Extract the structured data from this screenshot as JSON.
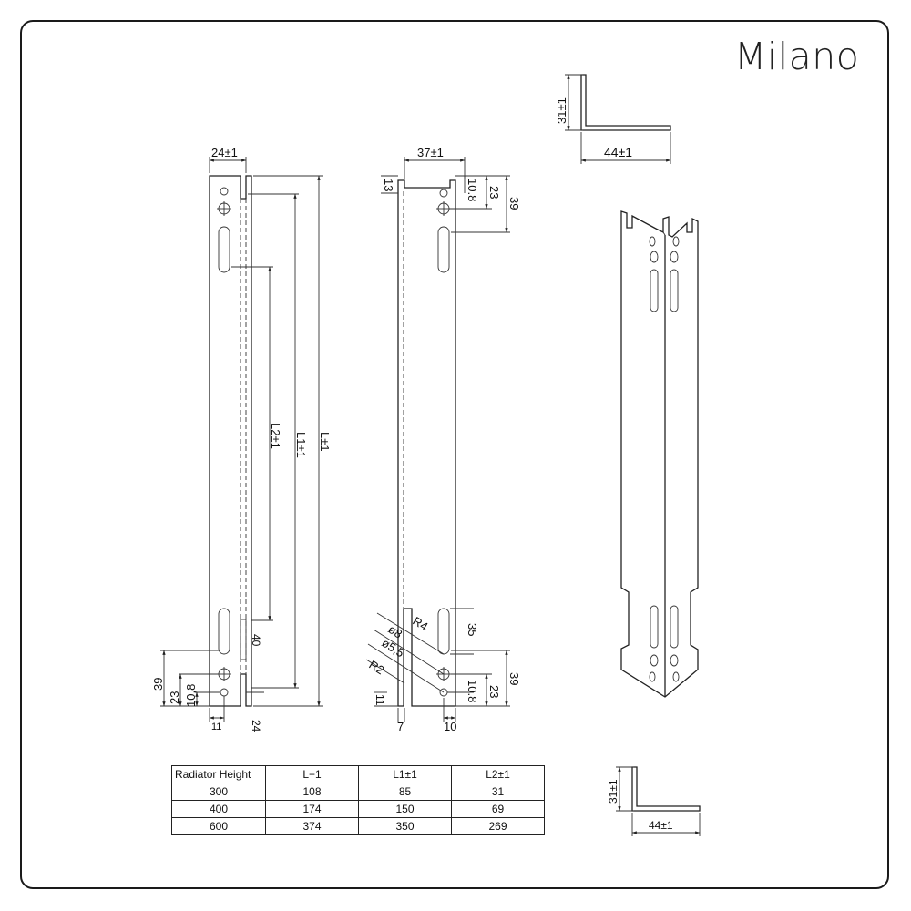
{
  "brand": {
    "name": "Milano"
  },
  "front_view": {
    "width_dim": "24±1",
    "len_L": "L±1",
    "len_L1": "L1±1",
    "len_L2": "L2±1",
    "dim_39": "39",
    "dim_23": "23",
    "dim_10_8": "10,8",
    "dim_40": "40",
    "dim_11": "11",
    "dim_24": "24"
  },
  "side_view": {
    "width_dim": "37±1",
    "dim_13": "13",
    "top_10_8": "10.8",
    "top_23": "23",
    "top_39": "39",
    "dim_35": "35",
    "r4": "R4",
    "d8": "ø8",
    "d5_5": "ø5,5",
    "r2": "R2",
    "dim_11": "11",
    "dim_7": "7",
    "dim_10": "10",
    "bot_10_8": "10.8",
    "bot_23": "23",
    "bot_39": "39"
  },
  "profile_top": {
    "height": "31±1",
    "width": "44±1"
  },
  "profile_bottom": {
    "height": "31±1",
    "width": "44±1"
  },
  "table": {
    "headers": [
      "Radiator Height",
      "L+1",
      "L1±1",
      "L2±1"
    ],
    "rows": [
      [
        "300",
        "108",
        "85",
        "31"
      ],
      [
        "400",
        "174",
        "150",
        "69"
      ],
      [
        "600",
        "374",
        "350",
        "269"
      ]
    ]
  }
}
